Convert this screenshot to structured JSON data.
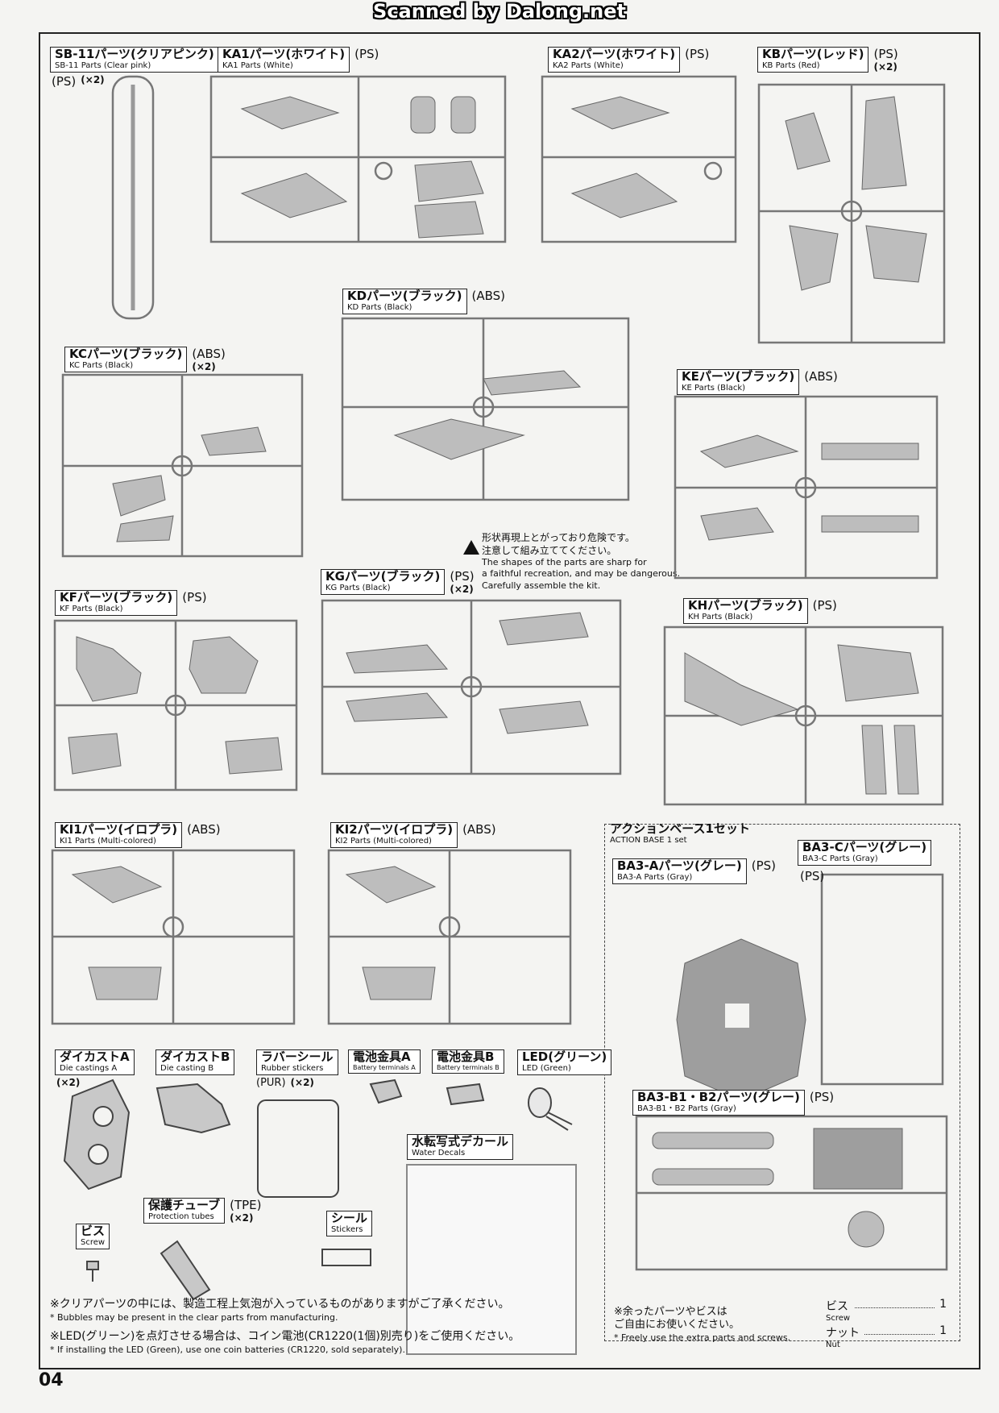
{
  "banner": "Scanned by Dalong.net",
  "page_number": "04",
  "warning": {
    "jp1": "形状再現上とがっており危険です。",
    "jp2": "注意して組み立ててください。",
    "en1": "The shapes of the parts are sharp for",
    "en2": "a faithful recreation, and may be dangerous.",
    "en3": "Carefully assemble the kit."
  },
  "runners": {
    "sb11": {
      "jp": "SB-11パーツ(クリアピンク)",
      "en": "SB-11 Parts (Clear pink)",
      "mat": "(PS)",
      "qty": "(×2)"
    },
    "ka1": {
      "jp": "KA1パーツ(ホワイト)",
      "en": "KA1 Parts (White)",
      "mat": "(PS)"
    },
    "ka2": {
      "jp": "KA2パーツ(ホワイト)",
      "en": "KA2 Parts (White)",
      "mat": "(PS)"
    },
    "kb": {
      "jp": "KBパーツ(レッド)",
      "en": "KB Parts (Red)",
      "mat": "(PS)",
      "qty": "(×2)"
    },
    "kd": {
      "jp": "KDパーツ(ブラック)",
      "en": "KD Parts (Black)",
      "mat": "(ABS)"
    },
    "kc": {
      "jp": "KCパーツ(ブラック)",
      "en": "KC Parts (Black)",
      "mat": "(ABS)",
      "qty": "(×2)"
    },
    "ke": {
      "jp": "KEパーツ(ブラック)",
      "en": "KE Parts (Black)",
      "mat": "(ABS)"
    },
    "kf": {
      "jp": "KFパーツ(ブラック)",
      "en": "KF Parts (Black)",
      "mat": "(PS)"
    },
    "kg": {
      "jp": "KGパーツ(ブラック)",
      "en": "KG Parts (Black)",
      "mat": "(PS)",
      "qty": "(×2)"
    },
    "kh": {
      "jp": "KHパーツ(ブラック)",
      "en": "KH Parts (Black)",
      "mat": "(PS)"
    },
    "ki1": {
      "jp": "KI1パーツ(イロプラ)",
      "en": "KI1 Parts (Multi-colored)",
      "mat": "(ABS)"
    },
    "ki2": {
      "jp": "KI2パーツ(イロプラ)",
      "en": "KI2 Parts (Multi-colored)",
      "mat": "(ABS)"
    },
    "base": {
      "jp": "アクションベース1セット",
      "en": "ACTION BASE 1 set"
    },
    "ba3a": {
      "jp": "BA3-Aパーツ(グレー)",
      "en": "BA3-A Parts (Gray)",
      "mat": "(PS)"
    },
    "ba3c": {
      "jp": "BA3-Cパーツ(グレー)",
      "en": "BA3-C Parts (Gray)",
      "mat": "(PS)"
    },
    "ba3b": {
      "jp": "BA3-B1・B2パーツ(グレー)",
      "en": "BA3-B1・B2 Parts (Gray)",
      "mat": "(PS)"
    }
  },
  "accessories": {
    "diecastA": {
      "jp": "ダイカストA",
      "en": "Die castings A",
      "qty": "(×2)"
    },
    "diecastB": {
      "jp": "ダイカストB",
      "en": "Die casting B"
    },
    "rubber": {
      "jp": "ラバーシール",
      "en": "Rubber stickers",
      "mat": "(PUR)",
      "qty": "(×2)"
    },
    "battA": {
      "jp": "電池金具A",
      "en": "Battery terminals A"
    },
    "battB": {
      "jp": "電池金具B",
      "en": "Battery terminals B"
    },
    "led": {
      "jp": "LED(グリーン)",
      "en": "LED (Green)"
    },
    "decal": {
      "jp": "水転写式デカール",
      "en": "Water Decals"
    },
    "tube": {
      "jp": "保護チューブ",
      "en": "Protection tubes",
      "mat": "(TPE)",
      "qty": "(×2)"
    },
    "sticker": {
      "jp": "シール",
      "en": "Stickers"
    },
    "screw": {
      "jp": "ビス",
      "en": "Screw"
    }
  },
  "notes": {
    "bubble_jp": "※クリアパーツの中には、製造工程上気泡が入っているものがありますがご了承ください。",
    "bubble_en": "* Bubbles may be present in the clear parts from manufacturing.",
    "led_jp": "※LED(グリーン)を点灯させる場合は、コイン電池(CR1220(1個)別売り)をご使用ください。",
    "led_en": "* If installing the LED (Green), use one coin batteries (CR1220, sold separately).",
    "spare_jp1": "※余ったパーツやビスは",
    "spare_jp2": "ご自由にお使いください。",
    "spare_en": "* Freely use the extra parts and screws."
  },
  "spares": [
    {
      "jp": "ビス",
      "en": "Screw",
      "count": "1"
    },
    {
      "jp": "ナット",
      "en": "Nut",
      "count": "1"
    }
  ],
  "colors": {
    "ink": "#222222",
    "paper": "#f4f4f2",
    "runner": "#777777"
  }
}
